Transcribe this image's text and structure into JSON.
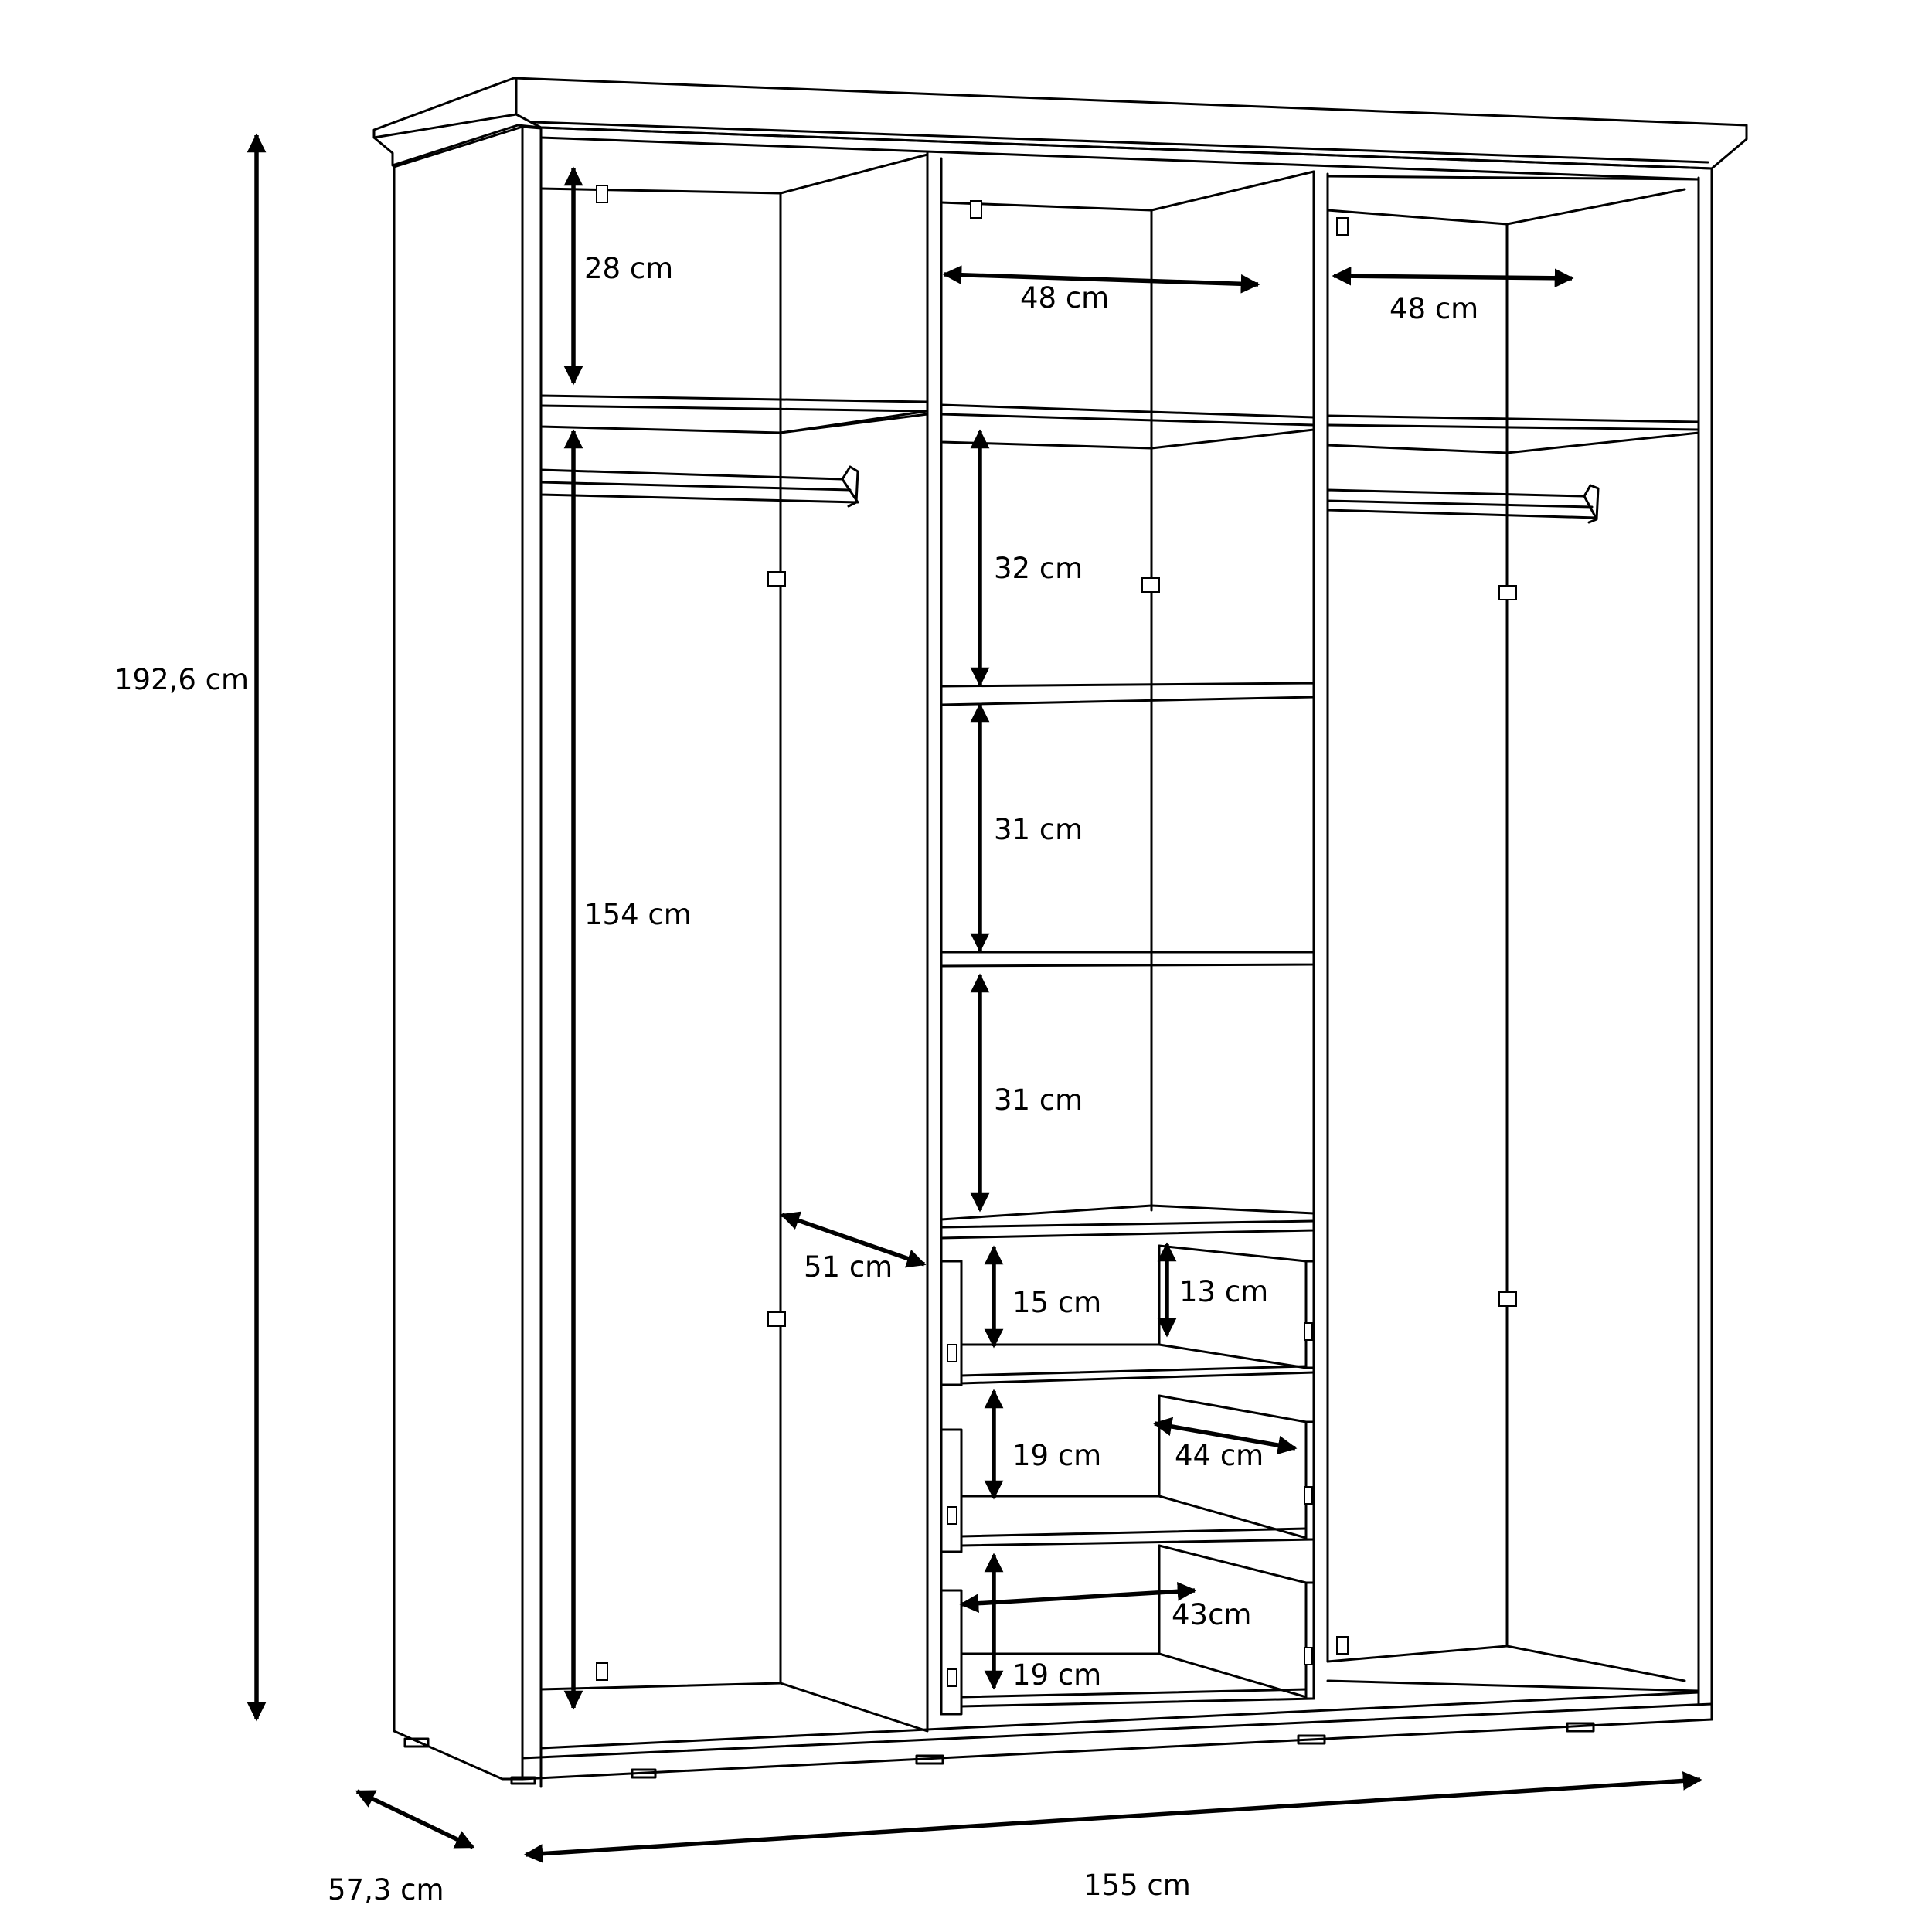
{
  "dimensions": {
    "height": "192,6 cm",
    "depth": "57,3 cm",
    "width": "155 cm",
    "top_left_height": "28 cm",
    "hanging_height": "154 cm",
    "top_center_width": "48 cm",
    "top_right_width": "48 cm",
    "shelf_1": "32 cm",
    "shelf_2": "31 cm",
    "shelf_3": "31 cm",
    "inner_depth": "51 cm",
    "drawer_1_front": "15 cm",
    "drawer_1_inner": "13 cm",
    "drawer_2_front": "19 cm",
    "drawer_2_width": "44 cm",
    "drawer_3_width": "43cm",
    "drawer_3_front": "19 cm"
  }
}
